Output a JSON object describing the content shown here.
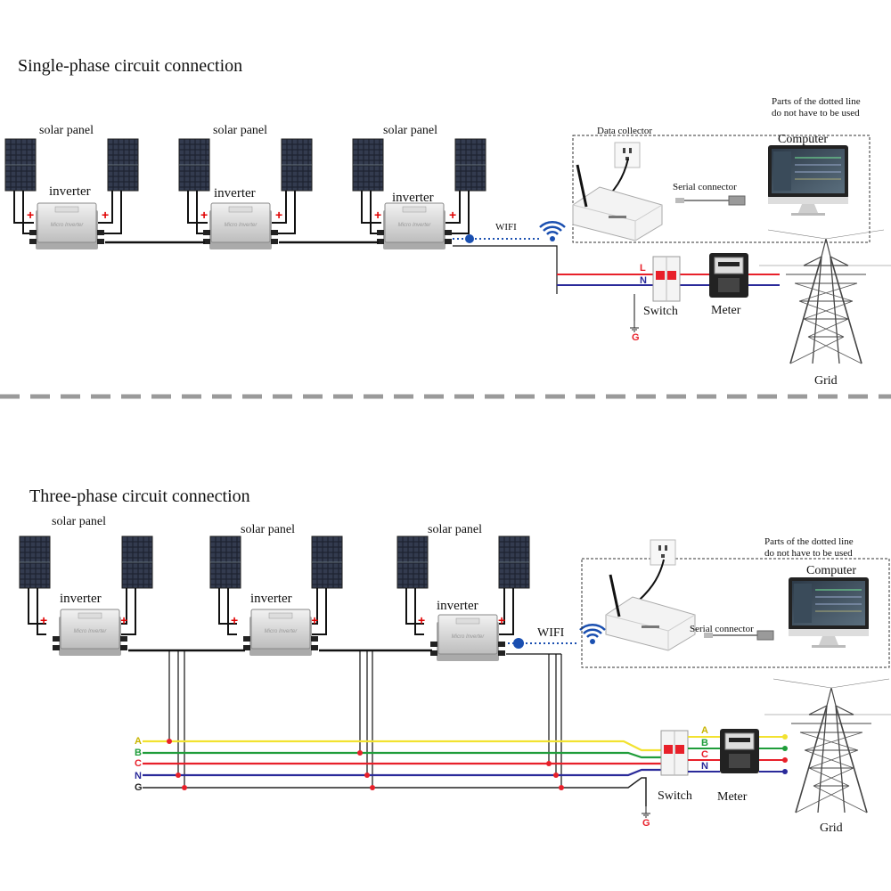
{
  "single": {
    "title": "Single-phase circuit connection",
    "solar_panel_label": "solar panel",
    "inverter_label": "inverter",
    "inverter_face_text": "Micro Inverter",
    "plus_sign": "+",
    "wifi_label": "WIFI",
    "dotted_note_line1": "Parts of the dotted line",
    "dotted_note_line2": "do not have to be used",
    "data_collector_label": "Data collector",
    "computer_label": "Computer",
    "serial_connector_label": "Serial connector",
    "line_L": "L",
    "line_N": "N",
    "ground_label": "G",
    "switch_label": "Switch",
    "meter_label": "Meter",
    "grid_label": "Grid"
  },
  "three": {
    "title": "Three-phase circuit connection",
    "solar_panel_label": "solar panel",
    "inverter_label": "inverter",
    "inverter_face_text": "Micro Inverter",
    "plus_sign": "+",
    "wifi_label": "WIFI",
    "dotted_note_line1": "Parts of the dotted line",
    "dotted_note_line2": "do not have to be used",
    "computer_label": "Computer",
    "serial_connector_label": "Serial connector",
    "line_A": "A",
    "line_B": "B",
    "line_C": "C",
    "line_N": "N",
    "line_G": "G",
    "ground_label": "G",
    "switch_label": "Switch",
    "meter_label": "Meter",
    "grid_label": "Grid"
  },
  "colors": {
    "L_line": "#e8202a",
    "N_line": "#2a2a9a",
    "A_line": "#f2e230",
    "B_line": "#1f9d3a",
    "C_line": "#e8202a",
    "G_line": "#222222",
    "plus_sign": "#e00000",
    "wifi": "#1a4fb0",
    "divider": "#9a9a9a"
  }
}
